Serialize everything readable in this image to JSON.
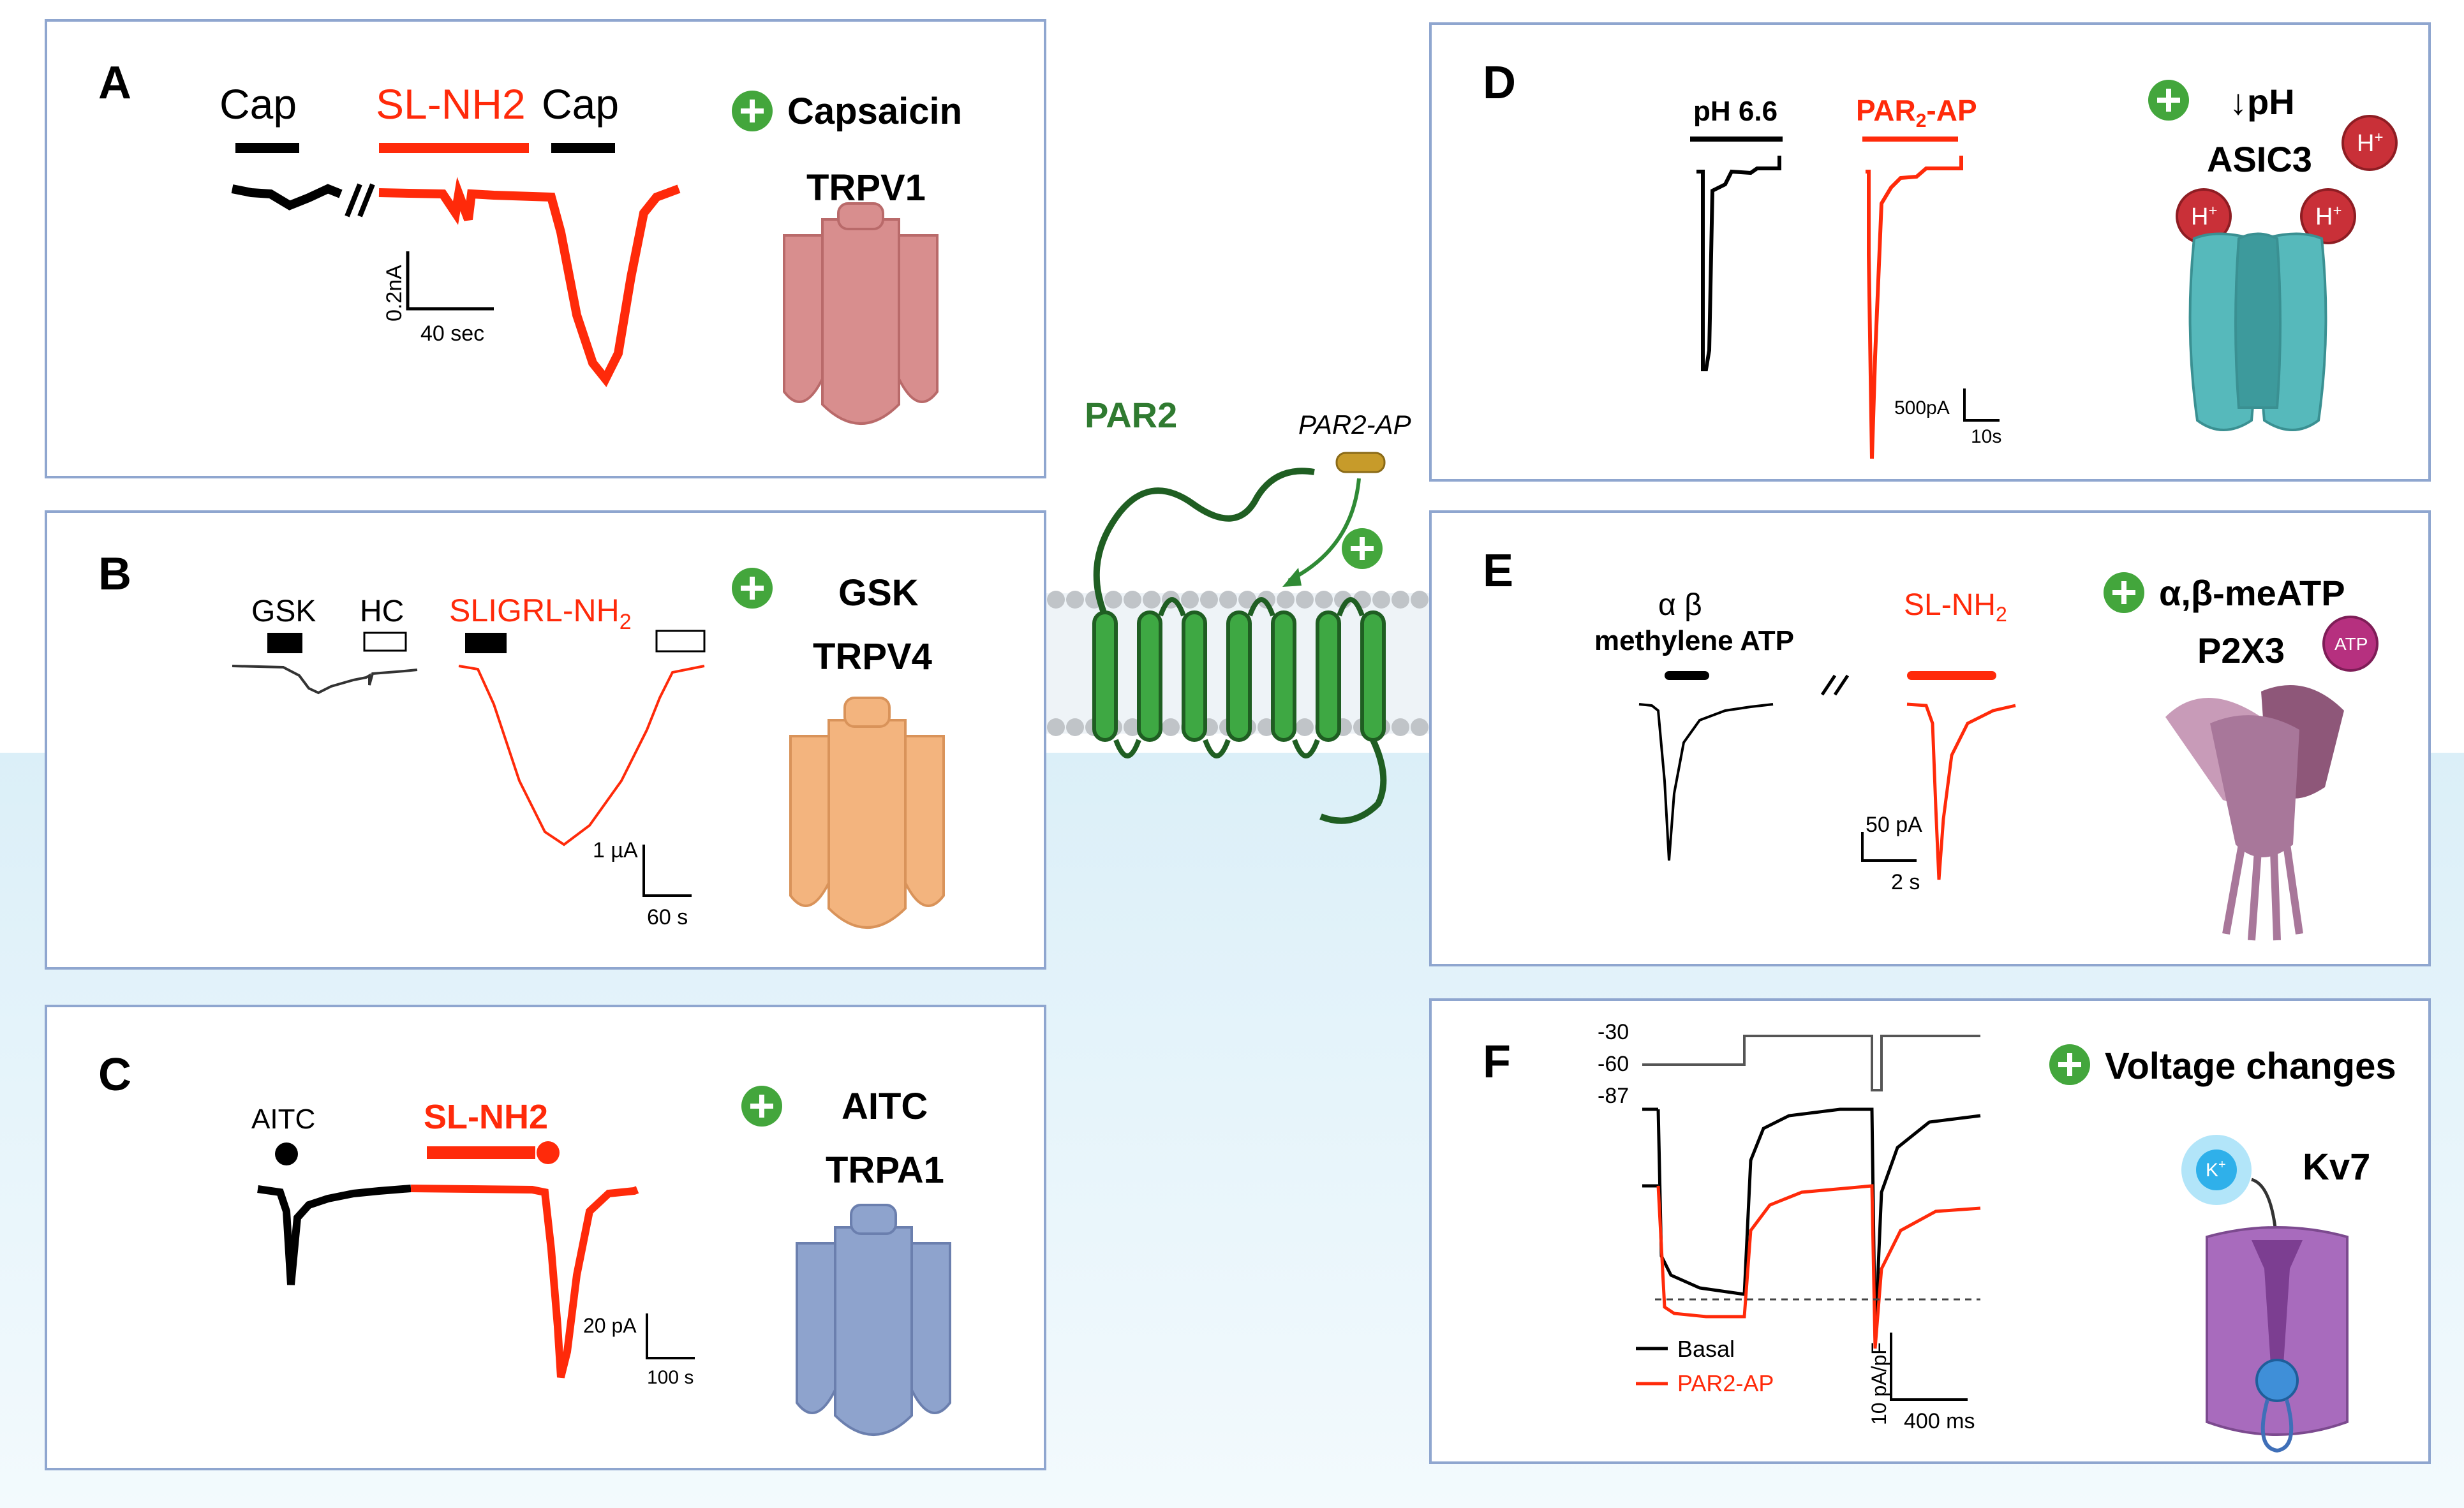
{
  "colors": {
    "panel_border": "#8fa6cf",
    "trace_red": "#ff2a0a",
    "trace_black": "#000000",
    "plus_green": "#43a63c",
    "par2_green": "#2f8a35",
    "trpv1": "#d88e8e",
    "trpv4": "#f3b47e",
    "trpa1": "#8ea3cd",
    "asic3": "#56b9bb",
    "p2x3": "#a8779a",
    "kv7": "#a86bbd"
  },
  "panelA": {
    "letter": "A",
    "cap1": "Cap",
    "agonist": "SL-NH2",
    "cap2": "Cap",
    "scale_y": "0.2nA",
    "scale_x": "40 sec",
    "activator": "Capsaicin",
    "channel": "TRPV1"
  },
  "panelB": {
    "letter": "B",
    "gsk_label": "GSK",
    "hc_label": "HC",
    "agonist": "SLIGRL-NH",
    "agonist_sub": "2",
    "scale_y": "1 µA",
    "scale_x": "60 s",
    "activator": "GSK",
    "channel": "TRPV4"
  },
  "panelC": {
    "letter": "C",
    "aitc_label": "AITC",
    "agonist": "SL-NH2",
    "scale_y": "20 pA",
    "scale_x": "100 s",
    "activator": "AITC",
    "channel": "TRPA1"
  },
  "center": {
    "receptor": "PAR2",
    "ligand": "PAR2-AP"
  },
  "panelD": {
    "letter": "D",
    "ph_label": "pH 6.6",
    "agonist": "PAR",
    "agonist_sub": "2",
    "agonist_tail": "-AP",
    "scale_y": "500pA",
    "scale_x": "10s",
    "activator": "↓pH",
    "channel": "ASIC3",
    "ion": "H",
    "ion_sup": "+"
  },
  "panelE": {
    "letter": "E",
    "ab_label": "α β",
    "ab_label2": "methylene ATP",
    "agonist": "SL-NH",
    "agonist_sub": "2",
    "scale_y": "50 pA",
    "scale_x": "2 s",
    "activator": "α,β-meATP",
    "channel": "P2X3",
    "ion": "ATP"
  },
  "panelF": {
    "letter": "F",
    "v1": "-30",
    "v2": "-60",
    "v3": "-87",
    "legend_basal": "Basal",
    "legend_par2": "PAR2-AP",
    "scale_y": "10 pA/pF",
    "scale_x": "400 ms",
    "activator": "Voltage changes",
    "channel": "Kv7",
    "ion": "K",
    "ion_sup": "+"
  }
}
